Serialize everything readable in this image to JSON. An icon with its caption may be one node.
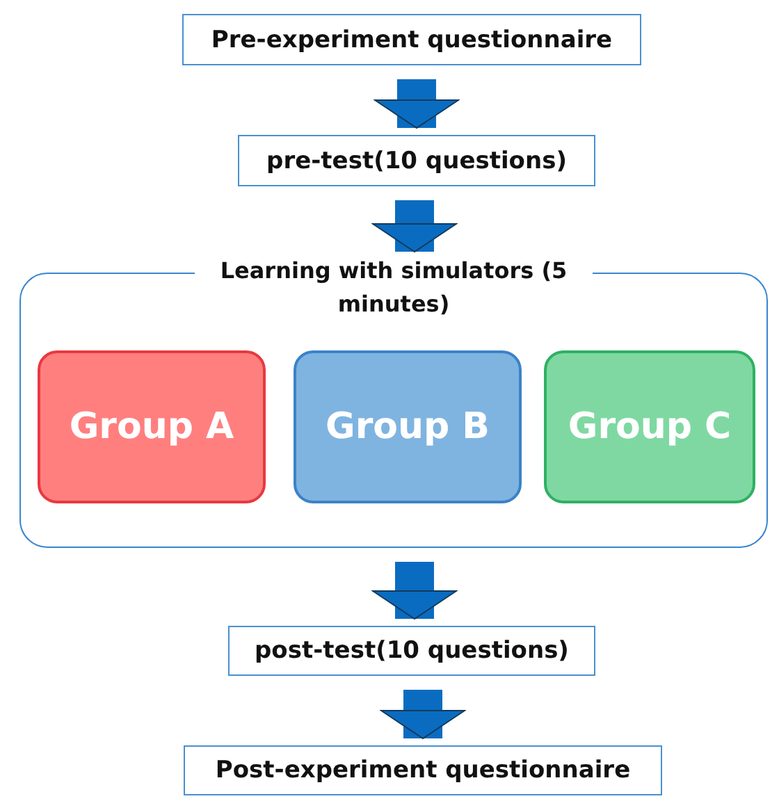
{
  "diagram": {
    "nodes": [
      {
        "text": [
          "Pre-experiment questionnaire"
        ]
      },
      {
        "text": [
          "pre-test(10 questions)"
        ]
      },
      {
        "text": [
          "Learning with simulators (5 minutes)"
        ]
      },
      {
        "text": [
          "Group A"
        ],
        "in": 2
      },
      {
        "text": [
          "Group B"
        ],
        "in": 2
      },
      {
        "text": [
          "Group C"
        ],
        "in": 2
      },
      {
        "text": [
          "post-test(10 questions)"
        ]
      },
      {
        "text": [
          "Post-experiment questionnaire"
        ]
      }
    ],
    "edges": [
      {
        "from": 0,
        "to": 1,
        "arrow": "to"
      },
      {
        "from": 1,
        "to": 2,
        "arrow": "to"
      },
      {
        "from": 2,
        "to": 6,
        "arrow": "to"
      },
      {
        "from": 6,
        "to": 7,
        "arrow": "to"
      }
    ]
  }
}
